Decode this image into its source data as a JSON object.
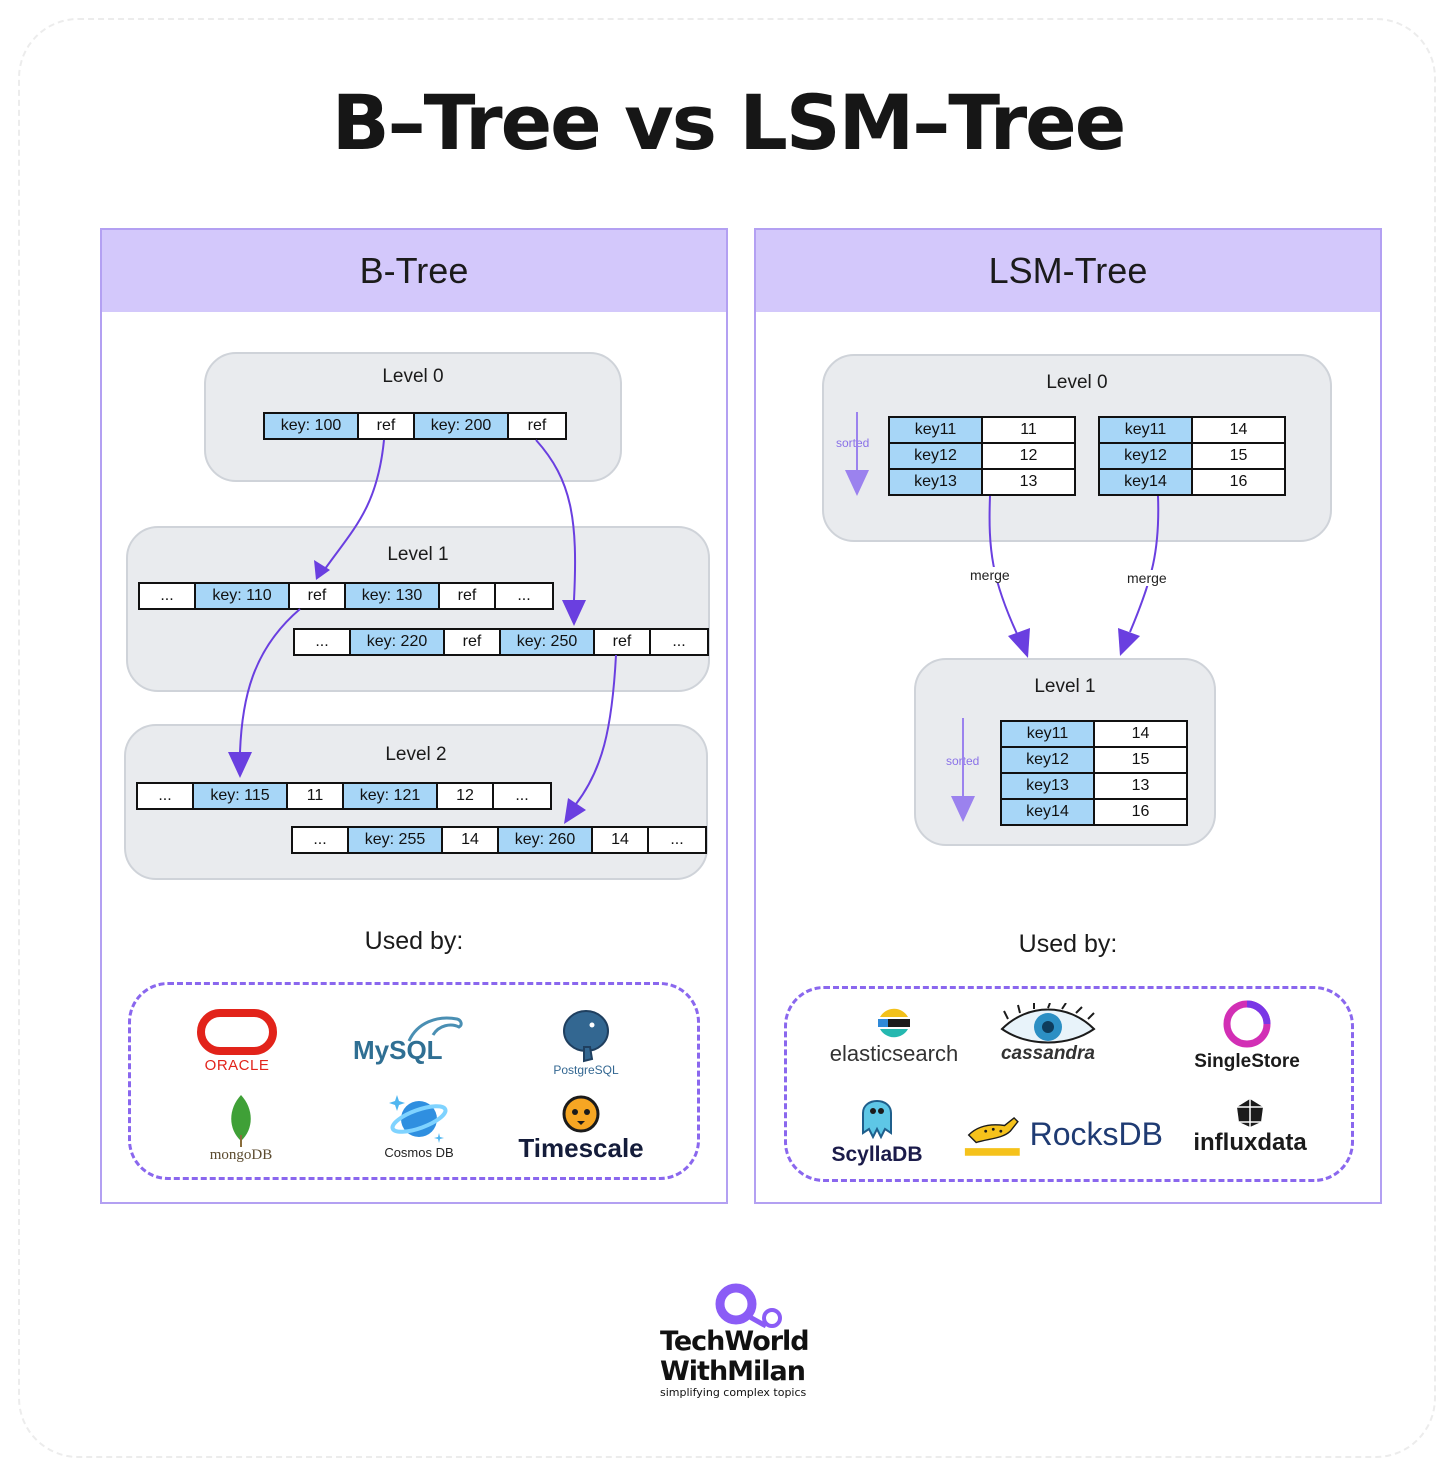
{
  "title": "B–Tree vs LSM–Tree",
  "btree": {
    "header": "B-Tree",
    "level0": {
      "label": "Level 0",
      "cells": [
        "key: 100",
        "ref",
        "key: 200",
        "ref"
      ]
    },
    "level1": {
      "label": "Level 1",
      "row1": [
        "...",
        "key: 110",
        "ref",
        "key: 130",
        "ref",
        "..."
      ],
      "row2": [
        "...",
        "key: 220",
        "ref",
        "key: 250",
        "ref",
        "..."
      ]
    },
    "level2": {
      "label": "Level 2",
      "row1": [
        "...",
        "key: 115",
        "11",
        "key: 121",
        "12",
        "..."
      ],
      "row2": [
        "...",
        "key: 255",
        "14",
        "key: 260",
        "14",
        "..."
      ]
    },
    "used_by_label": "Used by:",
    "logos": [
      "ORACLE",
      "MySQL",
      "PostgreSQL",
      "mongoDB",
      "Cosmos DB",
      "Timescale"
    ]
  },
  "lsm": {
    "header": "LSM-Tree",
    "level0": {
      "label": "Level 0",
      "sorted_label": "sorted",
      "table_a": [
        [
          "key11",
          "11"
        ],
        [
          "key12",
          "12"
        ],
        [
          "key13",
          "13"
        ]
      ],
      "table_b": [
        [
          "key11",
          "14"
        ],
        [
          "key12",
          "15"
        ],
        [
          "key14",
          "16"
        ]
      ]
    },
    "merge_label": "merge",
    "level1": {
      "label": "Level 1",
      "sorted_label": "sorted",
      "table": [
        [
          "key11",
          "14"
        ],
        [
          "key12",
          "15"
        ],
        [
          "key13",
          "13"
        ],
        [
          "key14",
          "16"
        ]
      ]
    },
    "used_by_label": "Used by:",
    "logos": [
      "elasticsearch",
      "cassandra",
      "SingleStore",
      "ScyllaDB",
      "RocksDB",
      "influxdata"
    ]
  },
  "brand": {
    "line1": "TechWorld",
    "line2": "WithMilan",
    "tagline": "simplifying complex topics"
  },
  "colors": {
    "panel_header": "#d3c8fb",
    "panel_border": "#b3a0f2",
    "key_cell": "#a7d6f7",
    "arrow": "#6a3fe0",
    "level_bg": "#e9ebee"
  }
}
